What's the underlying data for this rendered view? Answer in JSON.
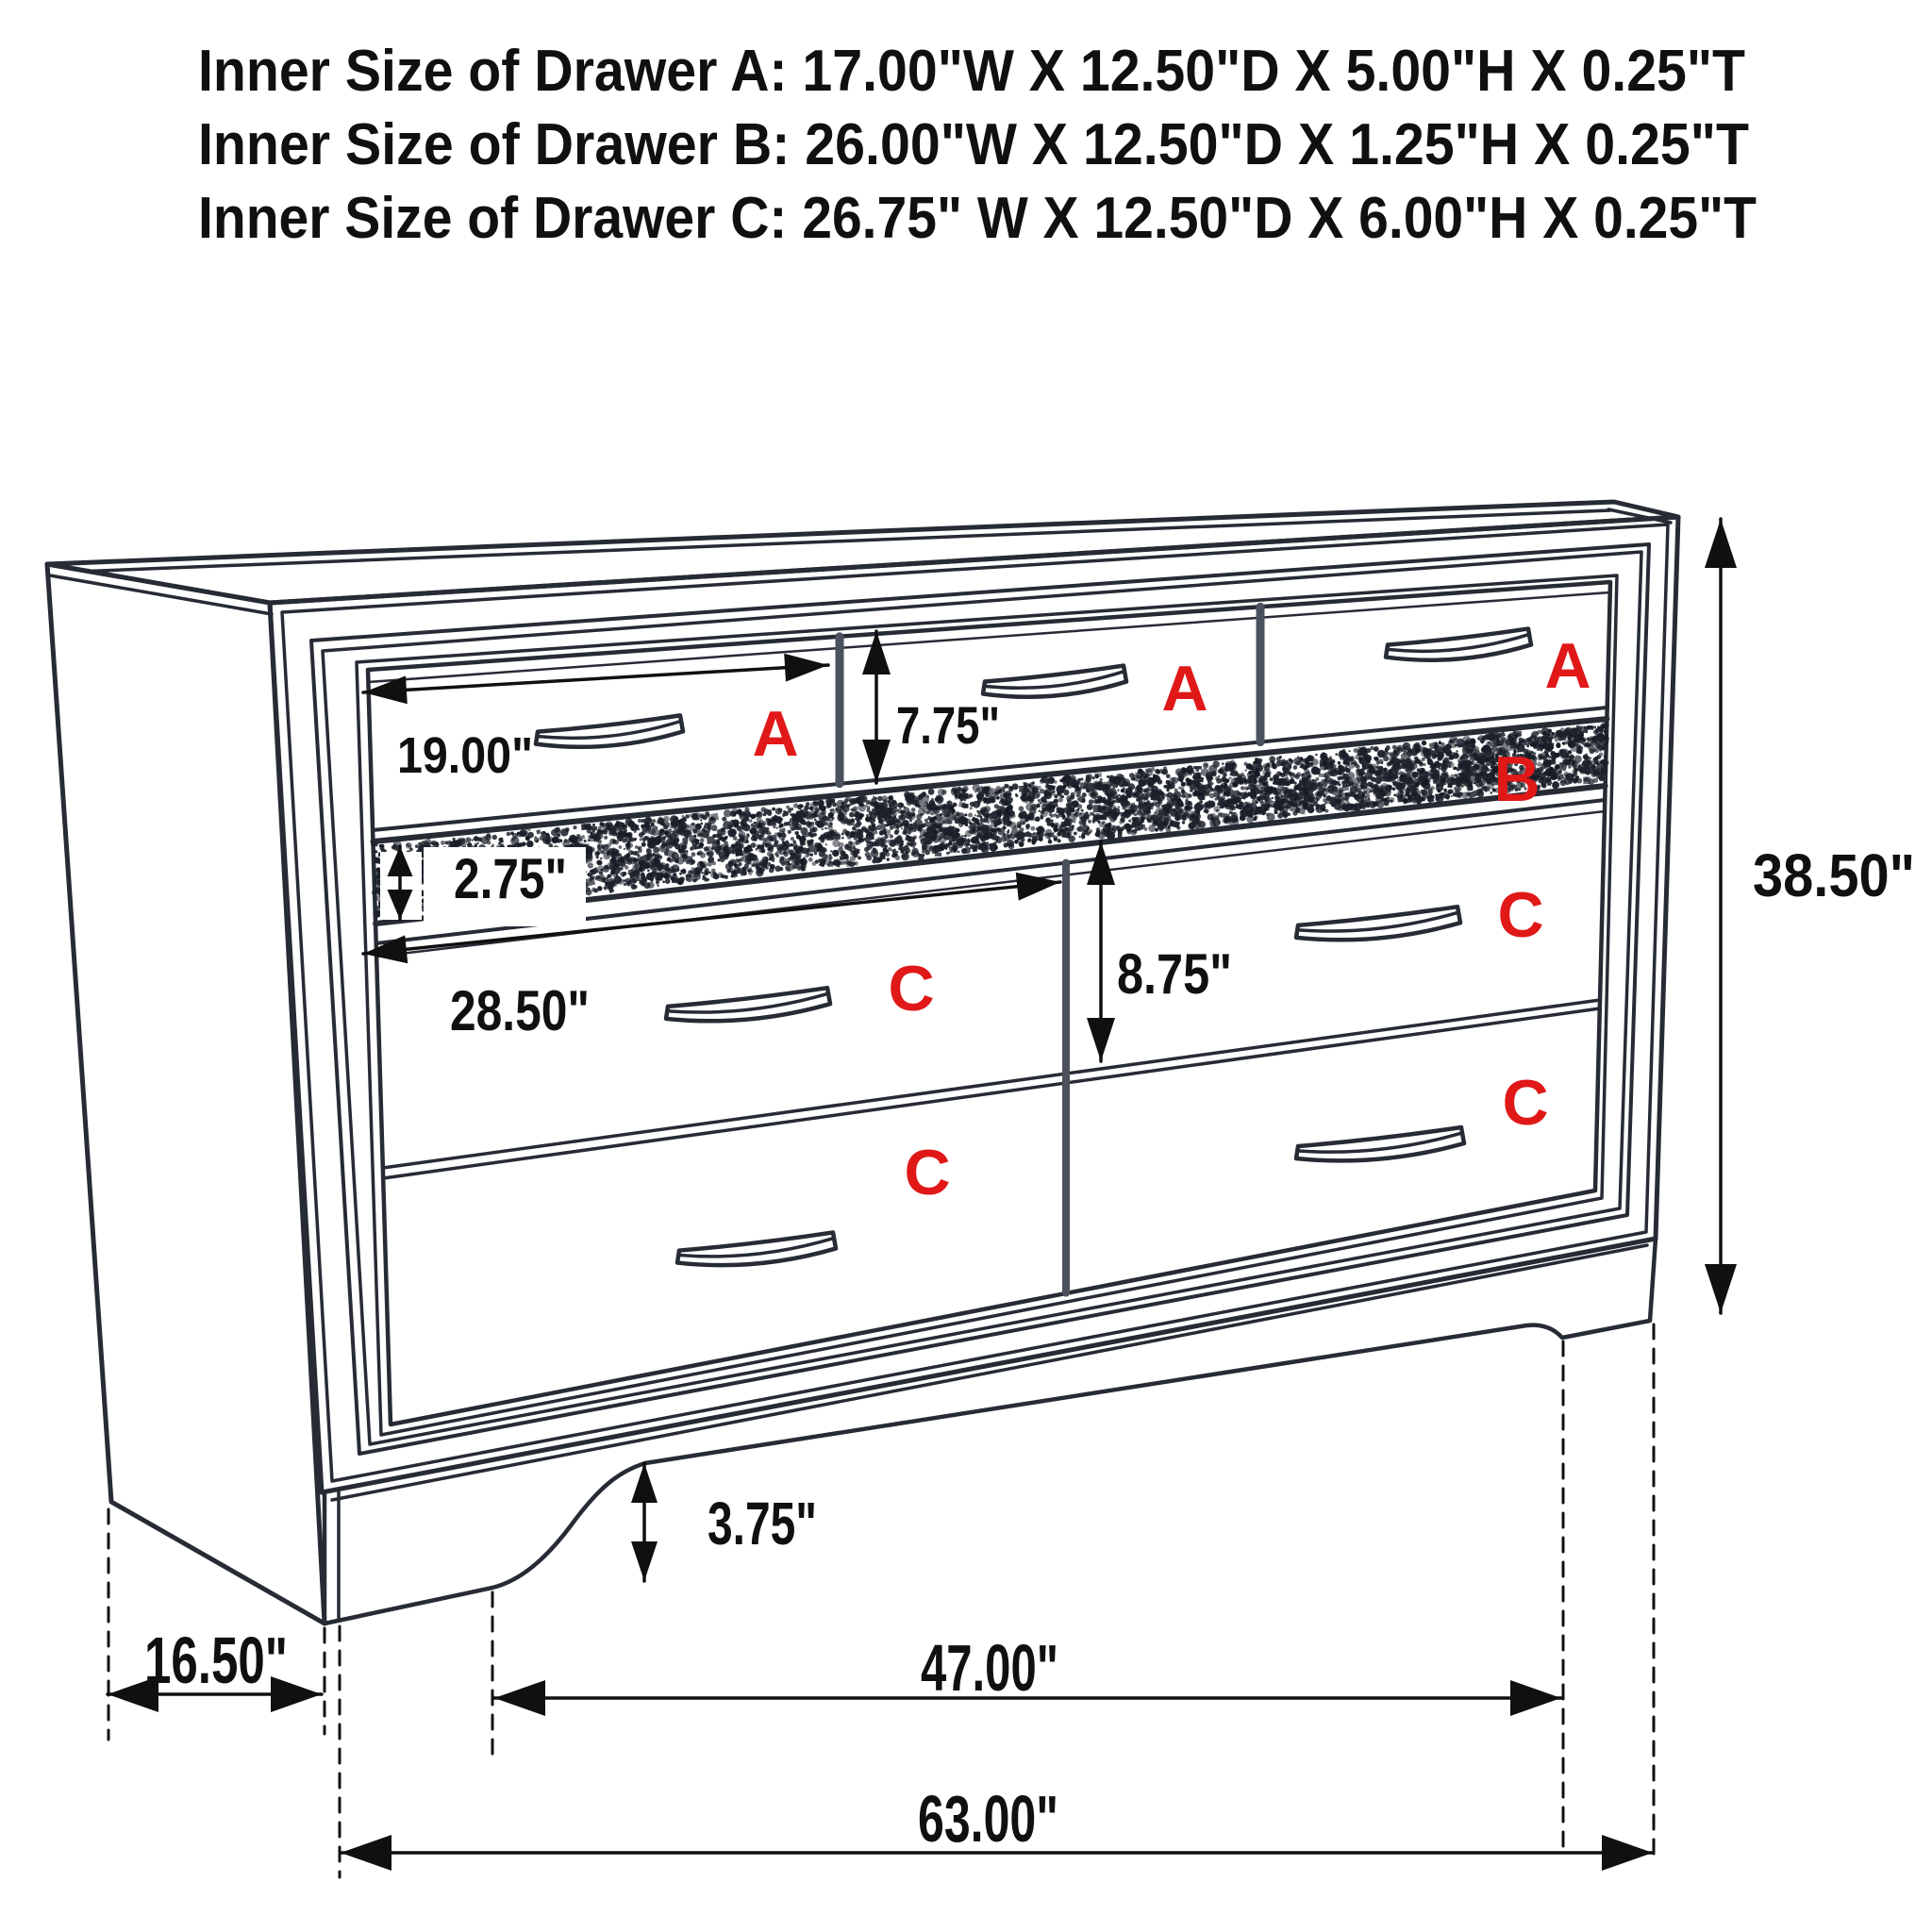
{
  "header": {
    "line_a": "Inner Size of Drawer A: 17.00\"W X 12.50\"D X 5.00\"H X 0.25\"T",
    "line_b": "Inner Size of Drawer B: 26.00\"W X 12.50\"D X 1.25\"H X 0.25\"T",
    "line_c": "Inner Size of Drawer C: 26.75\" W X 12.50\"D X 6.00\"H X 0.25\"T"
  },
  "dimensions": {
    "drawer_a_width": "19.00\"",
    "drawer_a_height": "7.75\"",
    "band_b_height": "2.75\"",
    "drawer_c_width": "28.50\"",
    "drawer_c_height": "8.75\"",
    "total_height": "38.50\"",
    "foot_height": "3.75\"",
    "side_depth": "16.50\"",
    "feet_span": "47.00\"",
    "total_width": "63.00\""
  },
  "drawer_labels": {
    "a1": "A",
    "a2": "A",
    "a3": "A",
    "b": "B",
    "c_left_top": "C",
    "c_right_top": "C",
    "c_left_bottom": "C",
    "c_right_bottom": "C"
  },
  "colors": {
    "ink": "#262b34",
    "dim": "#101010",
    "red": "#e01818",
    "background": "#ffffff"
  }
}
